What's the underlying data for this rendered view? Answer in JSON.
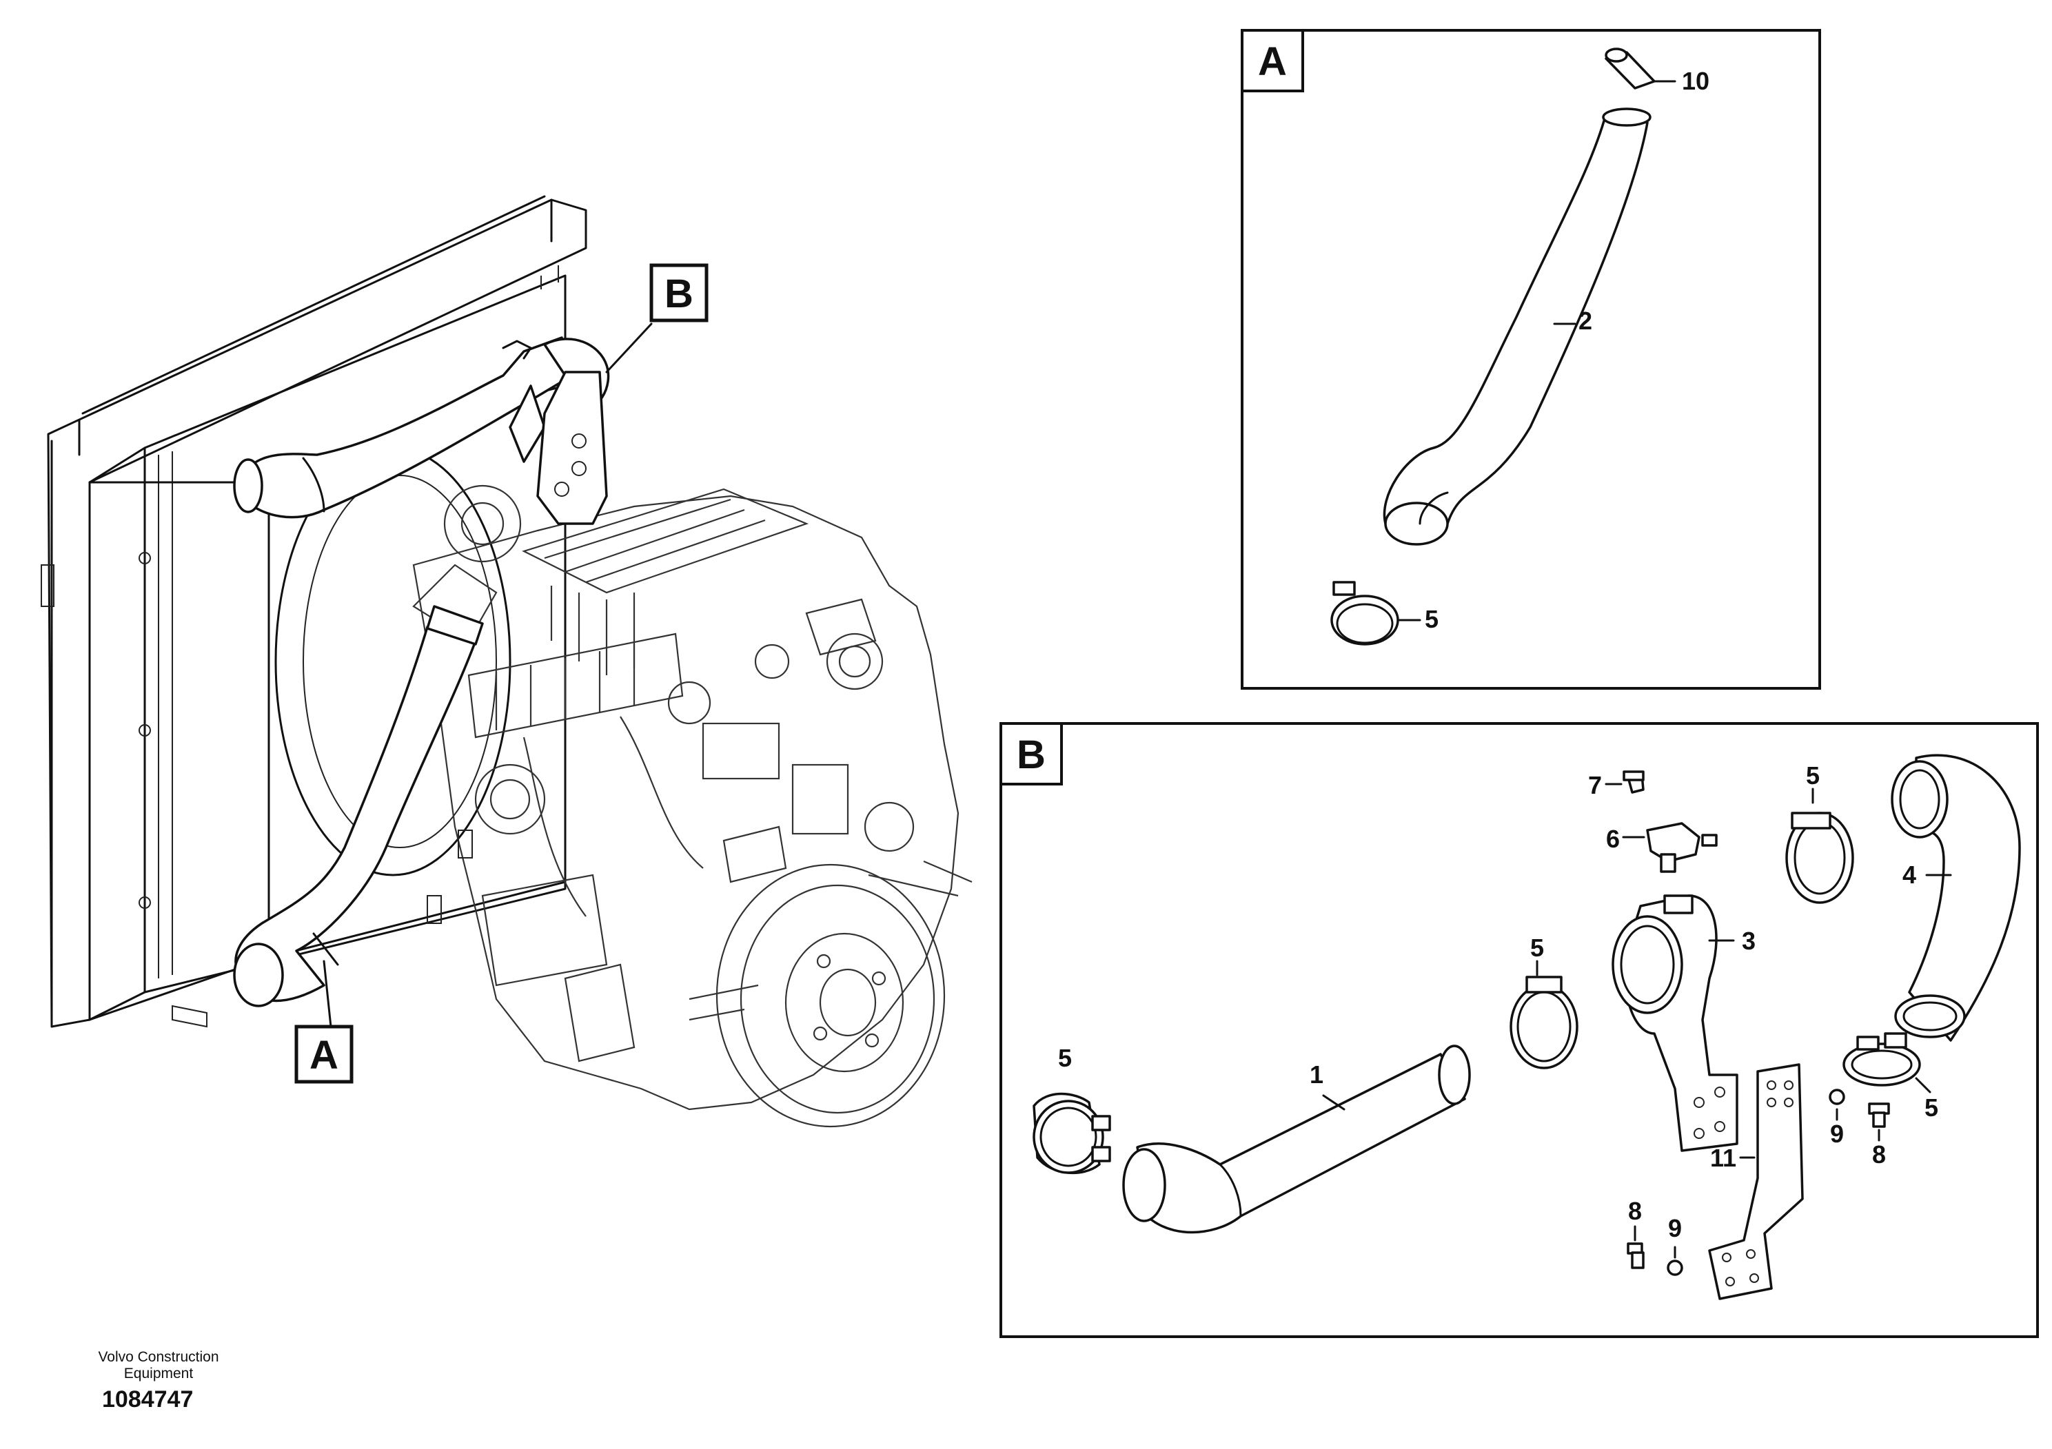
{
  "callouts": {
    "view_a": "A",
    "view_b": "B"
  },
  "parts": {
    "p1": "1",
    "p2": "2",
    "p3": "3",
    "p4": "4",
    "p5_a": "5",
    "p5_b1": "5",
    "p5_b2": "5",
    "p5_b3": "5",
    "p5_b4": "5",
    "p6": "6",
    "p7": "7",
    "p8_a": "8",
    "p8_b": "8",
    "p9_a": "9",
    "p9_b": "9",
    "p10": "10",
    "p11": "11"
  },
  "footer": {
    "brand": "Volvo Construction Equipment",
    "doc_number": "1084747"
  }
}
